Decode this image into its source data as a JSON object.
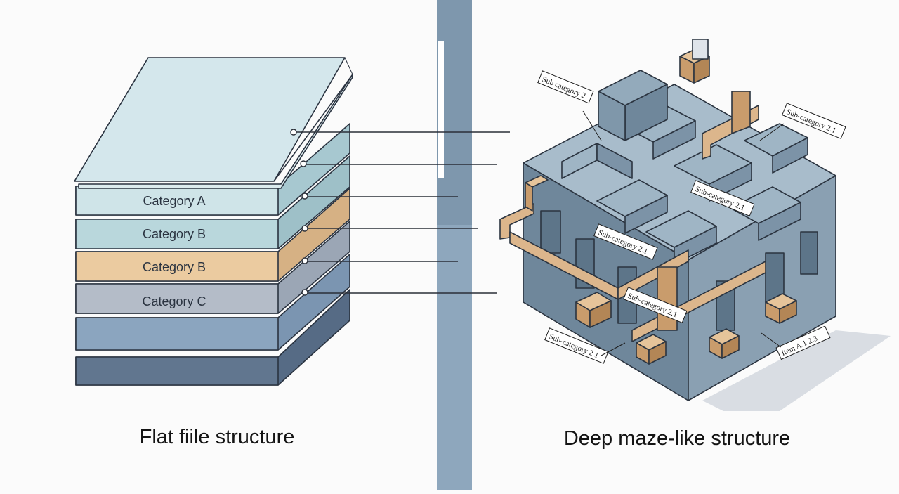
{
  "left": {
    "caption": "Flat fiile structure",
    "layers": [
      "Category A",
      "Category B",
      "Category B",
      "Category C"
    ]
  },
  "right": {
    "caption": "Deep maze-like structure",
    "tags": [
      "Sub category 2",
      "Sub-category 2.1",
      "Sub-category 2.1",
      "Sub-category 2.1",
      "Sub-category 2.1",
      "Sub-category 2.1",
      "Item A.1.2.3"
    ]
  },
  "colors": {
    "divider": "#8aa3ba",
    "maze_wall": "#8fa6b6",
    "maze_accent": "#dcb68c"
  }
}
